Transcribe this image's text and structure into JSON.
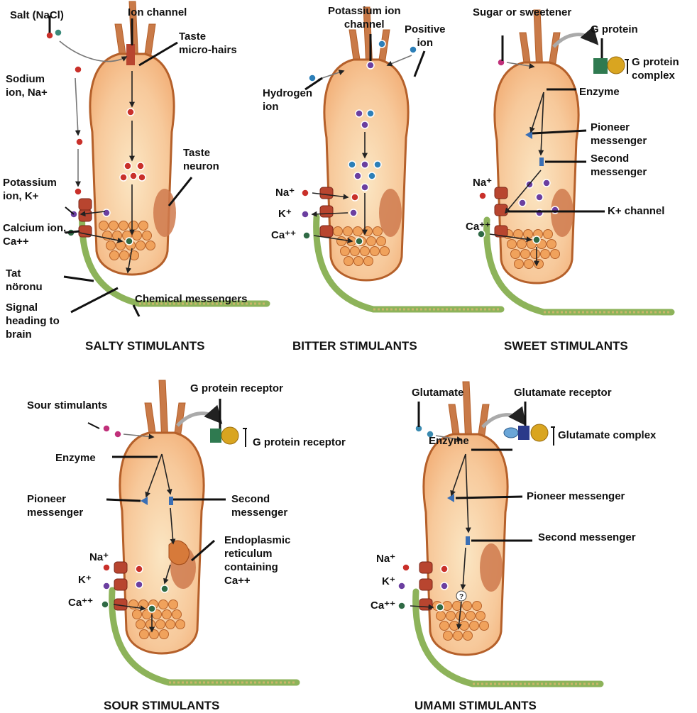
{
  "colors": {
    "cell_fill": "#f3b47e",
    "cell_core": "#fbe6c3",
    "cell_outline": "#b5602a",
    "micro_hair": "#c97a48",
    "neuron": "#8db35a",
    "nucleus": "#cf7a4d",
    "vesicle": "#f0a25c",
    "channel": "#b8452f",
    "ion_sodium": "#c9302a",
    "ion_potassium": "#6b3fa0",
    "ion_calcium": "#2f6a45",
    "ion_hydrogen": "#2c7fb8",
    "messenger": "#3a6fb5",
    "receptor": "#2f7a50",
    "complex": "#d9a520"
  },
  "panels": {
    "salty": {
      "caption": "SALTY STIMULANTS",
      "labels": {
        "salt": "Salt (NaCl)",
        "ion_channel": "Ion channel",
        "taste_micro_hairs": "Taste\nmicro-hairs",
        "sodium_ion": "Sodium\nion, Na+",
        "taste_neuron": "Taste\nneuron",
        "potassium_ion": "Potassium\nion, K+",
        "calcium_ion": "Calcium ion,\nCa++",
        "tat_noronu": "Tat\nnöronu",
        "signal_to_brain": "Signal\nheading to\nbrain",
        "chemical_messengers": "Chemical messengers"
      }
    },
    "bitter": {
      "caption": "BITTER STIMULANTS",
      "labels": {
        "potassium_ion_channel": "Potassium ion\nchannel",
        "positive_ion": "Positive\nion",
        "hydrogen_ion": "Hydrogen\nion",
        "na": "Na⁺",
        "k": "K⁺",
        "ca": "Ca⁺⁺"
      }
    },
    "sweet": {
      "caption": "SWEET STIMULANTS",
      "labels": {
        "sugar": "Sugar or sweetener",
        "g_protein": "G protein",
        "g_protein_complex": "G protein\ncomplex",
        "enzyme": "Enzyme",
        "pioneer_messenger": "Pioneer\nmessenger",
        "second_messenger": "Second\nmessenger",
        "na": "Na⁺",
        "k_channel": "K+ channel",
        "ca": "Ca⁺⁺"
      }
    },
    "sour": {
      "caption": "SOUR STIMULANTS",
      "labels": {
        "g_protein_receptor_top": "G protein receptor",
        "sour_stimulants": "Sour stimulants",
        "g_protein_receptor_side": "G protein receptor",
        "enzyme": "Enzyme",
        "pioneer_messenger": "Pioneer\nmessenger",
        "second_messenger": "Second\nmessenger",
        "endoplasmic_reticulum": "Endoplasmic\nreticulum\ncontaining\nCa++",
        "na": "Na⁺",
        "k": "K⁺",
        "ca": "Ca⁺⁺"
      }
    },
    "umami": {
      "caption": "UMAMI STIMULANTS",
      "labels": {
        "glutamate": "Glutamate",
        "glutamate_receptor": "Glutamate receptor",
        "glutamate_complex": "Glutamate complex",
        "enzyme": "Enzyme",
        "pioneer_messenger": "Pioneer messenger",
        "second_messenger": "Second messenger",
        "na": "Na⁺",
        "k": "K⁺",
        "ca": "Ca⁺⁺",
        "unknown_mark": "?"
      }
    }
  }
}
